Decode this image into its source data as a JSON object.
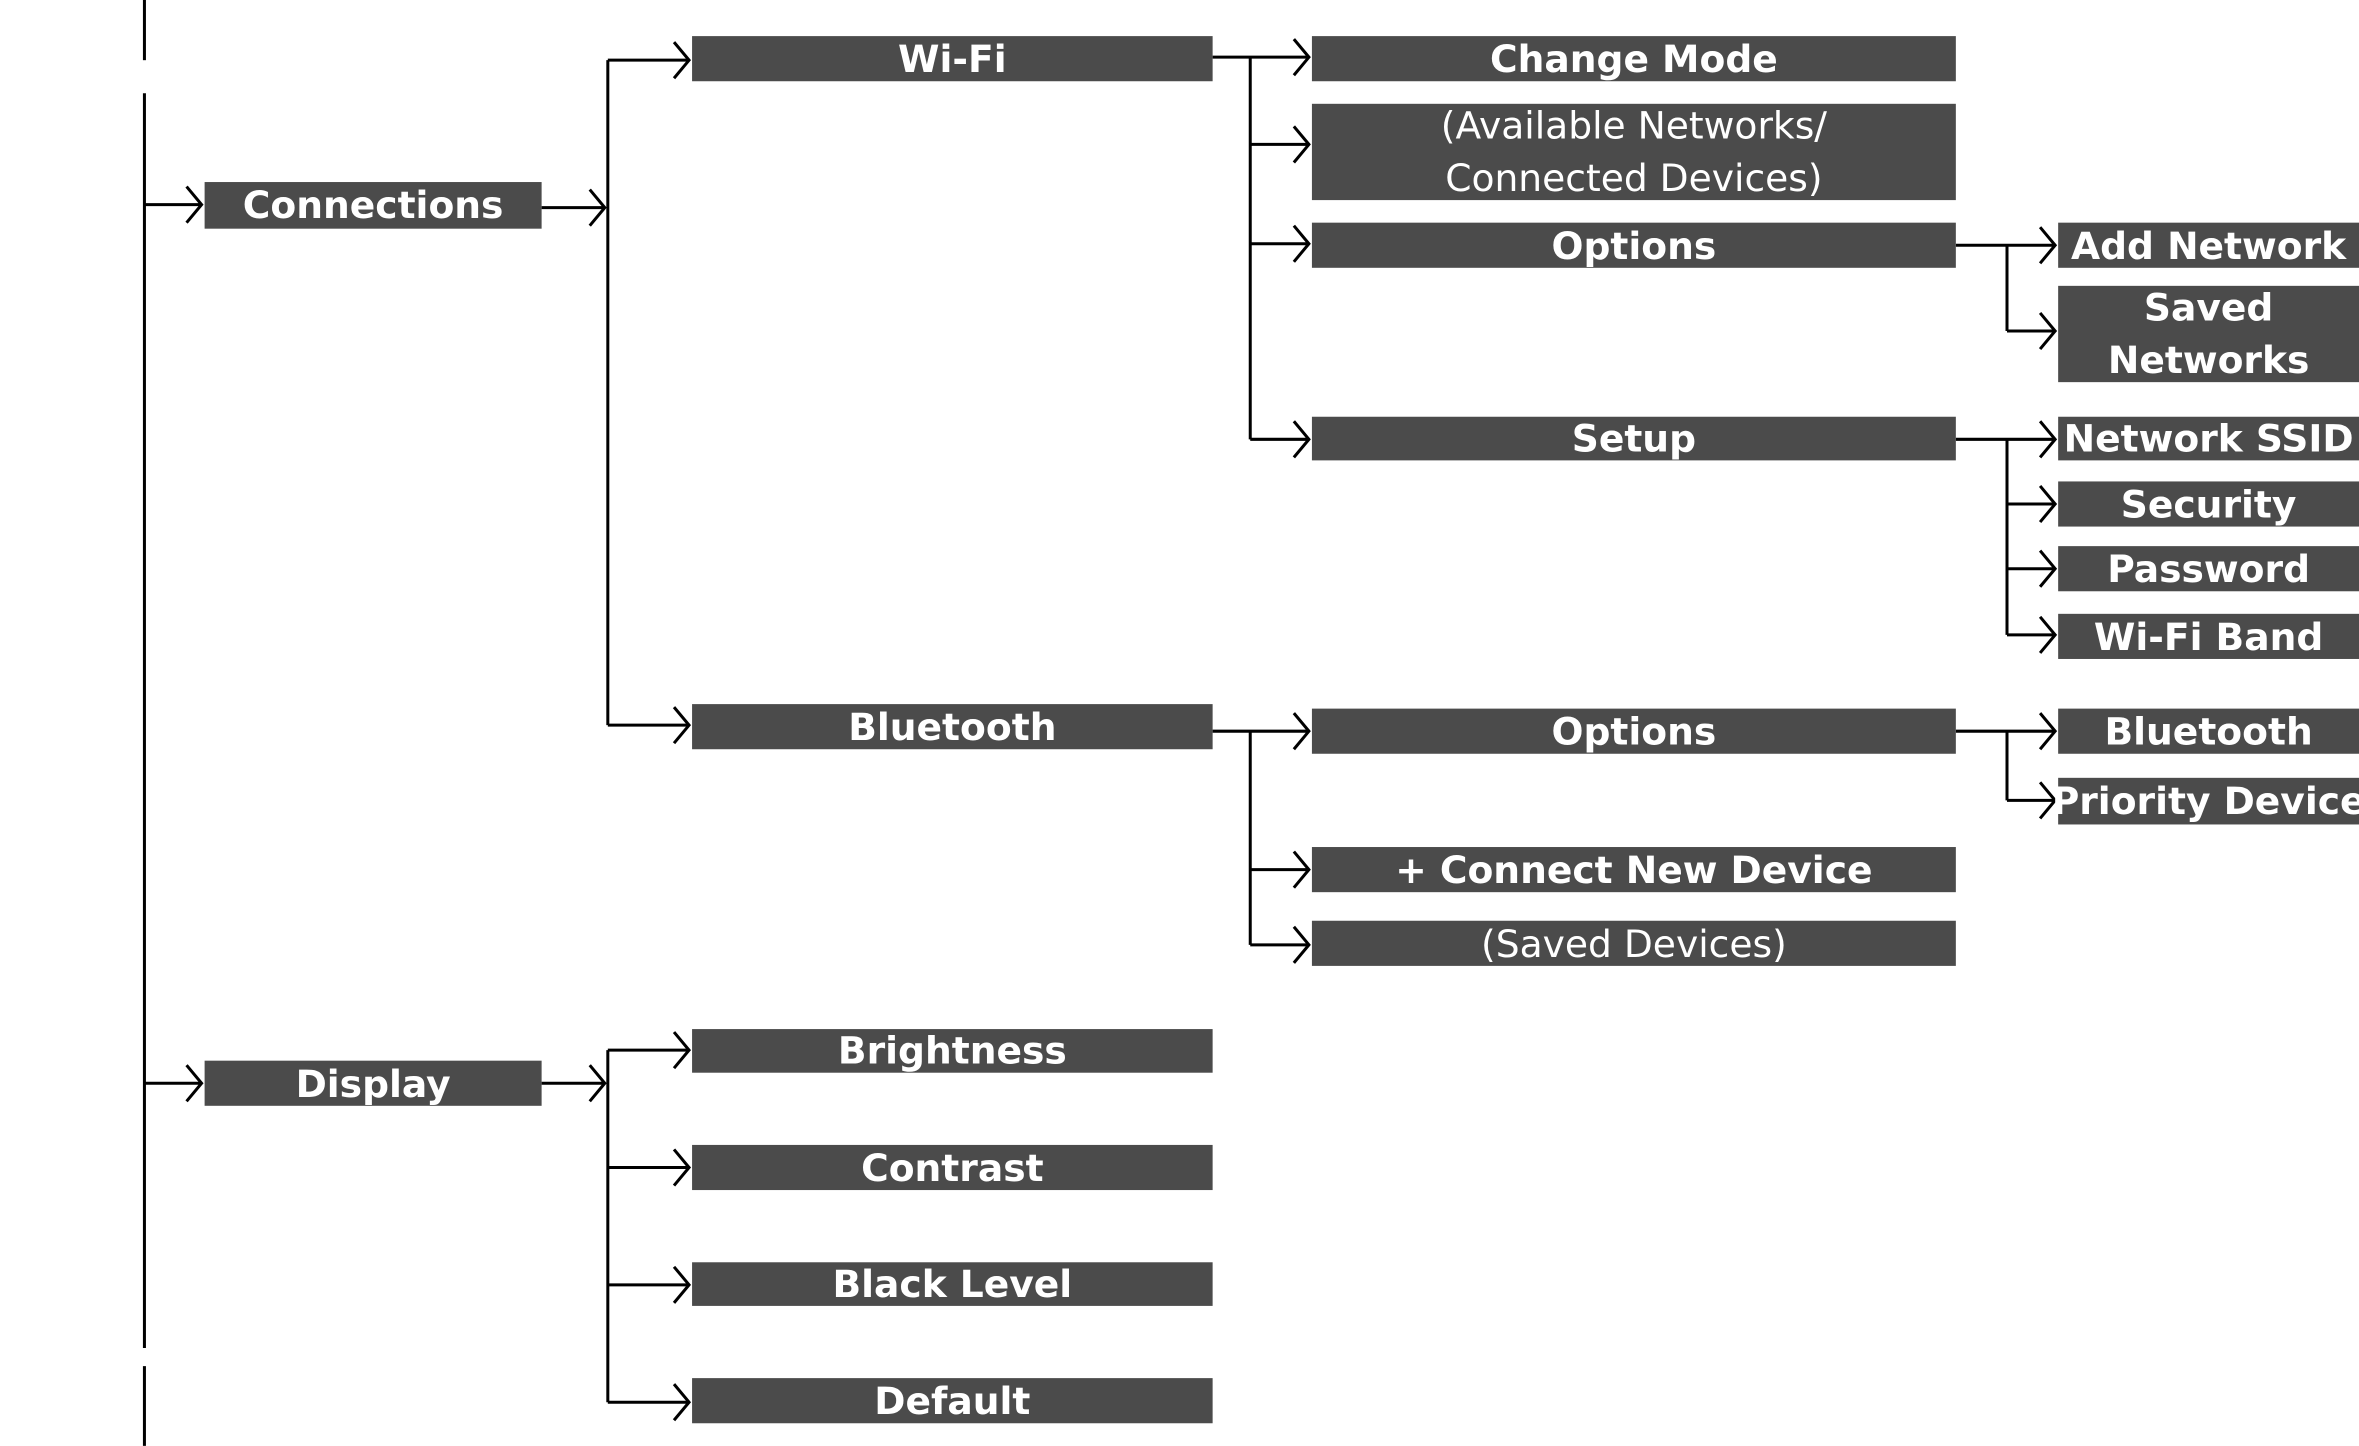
{
  "menu": {
    "connections": {
      "label": "Connections",
      "wifi": {
        "label": "Wi-Fi",
        "change_mode": "Change Mode",
        "available_line1": "(Available Networks/",
        "available_line2": "Connected Devices)",
        "options": {
          "label": "Options",
          "add_network": "Add Network",
          "saved_networks_line1": "Saved",
          "saved_networks_line2": "Networks"
        },
        "setup": {
          "label": "Setup",
          "network_ssid": "Network SSID",
          "security": "Security",
          "password": "Password",
          "wifi_band": "Wi-Fi Band"
        }
      },
      "bluetooth": {
        "label": "Bluetooth",
        "options": {
          "label": "Options",
          "bluetooth": "Bluetooth",
          "priority_device": "Priority Device"
        },
        "connect_new": "+ Connect New Device",
        "saved_devices": "(Saved Devices)"
      }
    },
    "display": {
      "label": "Display",
      "brightness": "Brightness",
      "contrast": "Contrast",
      "black_level": "Black Level",
      "default": "Default"
    }
  },
  "colors": {
    "box_fill": "#4b4b4b",
    "box_text": "#ffffff",
    "line": "#000000"
  }
}
